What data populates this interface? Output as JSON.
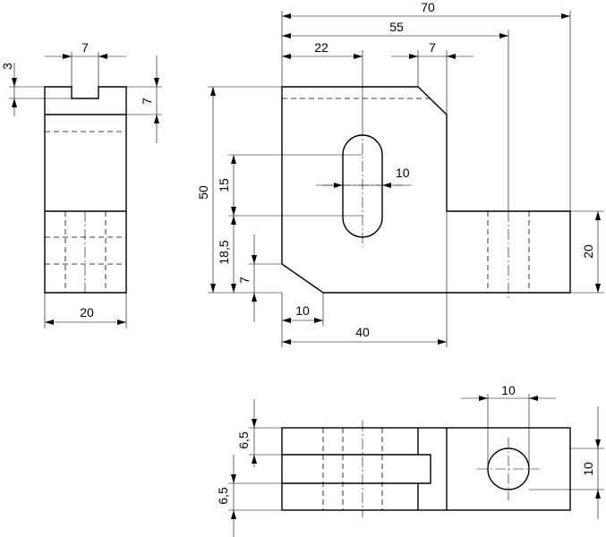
{
  "dimensions": {
    "top_overall": "70",
    "top_55": "55",
    "top_22": "22",
    "top_7": "7",
    "slot_width": "10",
    "height_50": "50",
    "slot_length": "15",
    "height_18_5": "18,5",
    "chamfer_height": "7",
    "chamfer_width": "10",
    "base_40": "40",
    "step_height": "20",
    "side_slot_width": "7",
    "side_slot_depth": "3",
    "side_top_7": "7",
    "side_width": "20",
    "hole_dia": "10",
    "bottom_6_5_top": "6,5",
    "bottom_6_5_bottom": "6,5",
    "bottom_10": "10"
  }
}
